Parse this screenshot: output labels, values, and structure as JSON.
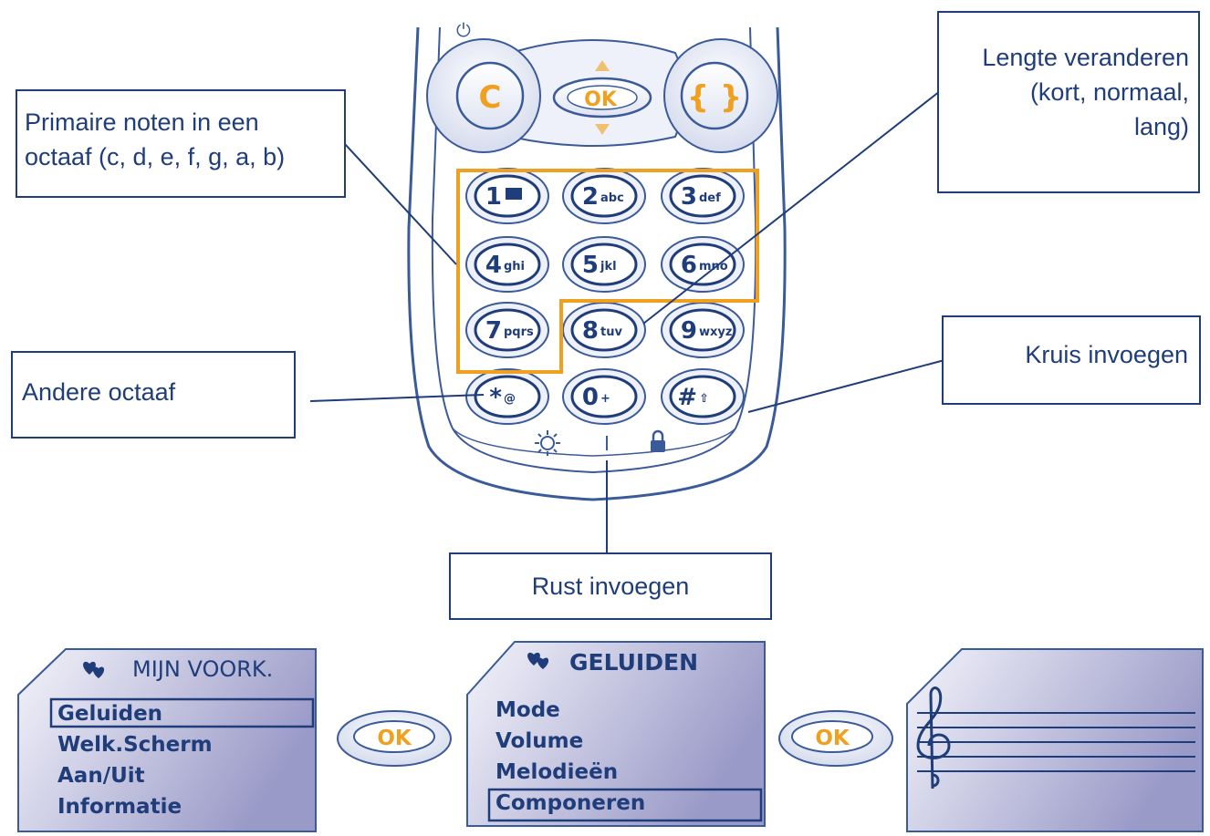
{
  "callouts": {
    "primary_notes_line1": "Primaire noten in een",
    "primary_notes_line2": "octaaf (c, d, e, f, g, a, b)",
    "length_line1": "Lengte veranderen",
    "length_line2": "(kort, normaal,",
    "length_line3": "lang)",
    "other_octave": "Andere octaaf",
    "insert_sharp": "Kruis invoegen",
    "insert_rest": "Rust invoegen"
  },
  "phone": {
    "ok_label": "OK",
    "clear_label": "C",
    "keys": [
      {
        "digit": "1",
        "letters": ""
      },
      {
        "digit": "2",
        "letters": "abc"
      },
      {
        "digit": "3",
        "letters": "def"
      },
      {
        "digit": "4",
        "letters": "ghi"
      },
      {
        "digit": "5",
        "letters": "jkl"
      },
      {
        "digit": "6",
        "letters": "mno"
      },
      {
        "digit": "7",
        "letters": "pqrs"
      },
      {
        "digit": "8",
        "letters": "tuv"
      },
      {
        "digit": "9",
        "letters": "wxyz"
      },
      {
        "digit": "*",
        "letters": "@"
      },
      {
        "digit": "0",
        "letters": "+"
      },
      {
        "digit": "#",
        "letters": "⇧"
      }
    ]
  },
  "screens": {
    "favorites": {
      "title": "MIJN VOORK.",
      "items": [
        "Geluiden",
        "Welk.Scherm",
        "Aan/Uit",
        "Informatie"
      ],
      "selected_index": 0
    },
    "sounds": {
      "title": "GELUIDEN",
      "items": [
        "Mode",
        "Volume",
        "Melodieën",
        "Componeren"
      ],
      "selected_index": 3
    },
    "ok_button_label": "OK"
  },
  "colors": {
    "line": "#1f3d7a",
    "accent": "#f0a020",
    "phone_outline": "#3a5a9a",
    "screen_gradient_start": "#f4f4fb",
    "screen_gradient_end": "#9a9ac8"
  }
}
